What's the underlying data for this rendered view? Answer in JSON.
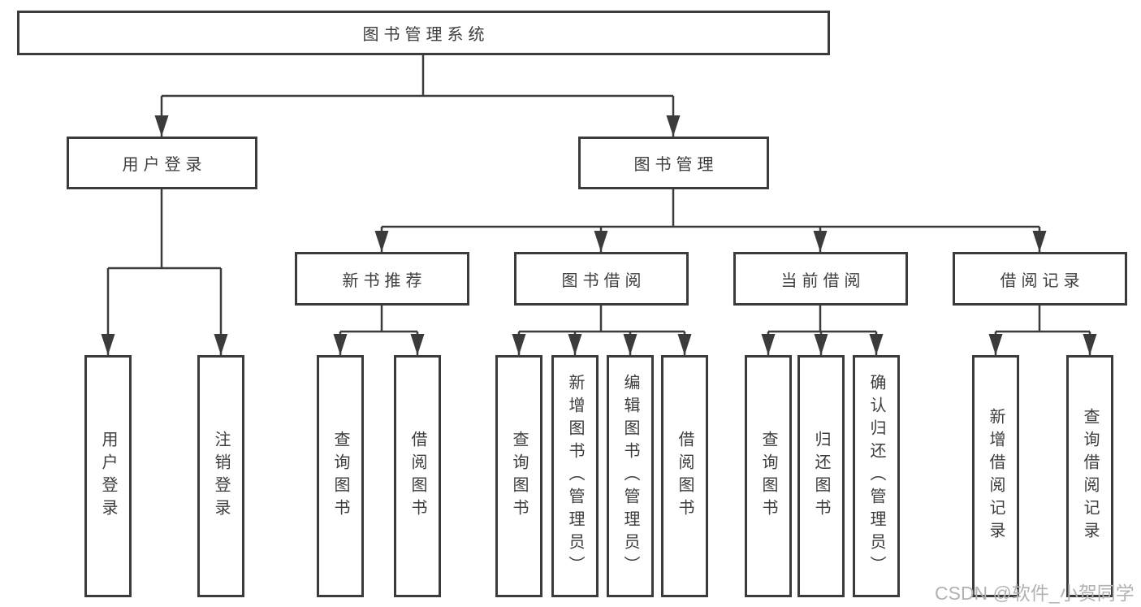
{
  "colors": {
    "line": "#3b3b3b",
    "box_border": "#3b3b3b",
    "box_background": "#ffffff",
    "text": "#3d3d3d",
    "watermark_text_color": "#b2b2b2",
    "page_background": "#ffffff"
  },
  "watermark": {
    "text": "CSDN @软件_小贺同学"
  },
  "tree": {
    "root": {
      "label": "图书管理系统"
    },
    "user_login": {
      "label": "用户登录",
      "children": [
        "用户登录",
        "注销登录"
      ]
    },
    "book_mgmt": {
      "label": "图书管理"
    },
    "new_book_rec": {
      "label": "新书推荐",
      "children": [
        "查询图书",
        "借阅图书"
      ]
    },
    "book_borrow": {
      "label": "图书借阅",
      "children": [
        "查询图书",
        "新增图书（管理员）",
        "编辑图书（管理员）",
        "借阅图书"
      ]
    },
    "current_borrow": {
      "label": "当前借阅",
      "children": [
        "查询图书",
        "归还图书",
        "确认归还（管理员）"
      ]
    },
    "borrow_record": {
      "label": "借阅记录",
      "children": [
        "新增借阅记录",
        "查询借阅记录"
      ]
    }
  }
}
